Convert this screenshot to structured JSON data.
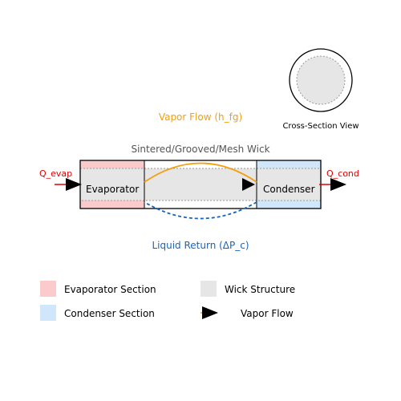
{
  "labels": {
    "cross_section": "Cross-Section View",
    "vapor_flow": "Vapor Flow (h_fg)",
    "wick_type": "Sintered/Grooved/Mesh Wick",
    "q_evap": "Q_evap",
    "q_cond": "Q_cond",
    "evaporator": "Evaporator",
    "condenser": "Condenser",
    "liquid_return": "Liquid Return (ΔP_c)"
  },
  "legend": [
    {
      "swatch": "evaporator",
      "label": "Evaporator Section"
    },
    {
      "swatch": "wick",
      "label": "Wick Structure"
    },
    {
      "swatch": "condenser",
      "label": "Condenser Section"
    },
    {
      "swatch": "vapor-arrow",
      "label": "Vapor Flow"
    }
  ],
  "colors": {
    "evaporator_fill": "#fbcaca",
    "condenser_fill": "#cfe6fb",
    "wick_fill": "#e6e6e6",
    "vapor": "#f59e0b",
    "liquid": "#1565c0",
    "heat": "#e00000",
    "text": "#000000",
    "muted_text": "#555555"
  }
}
